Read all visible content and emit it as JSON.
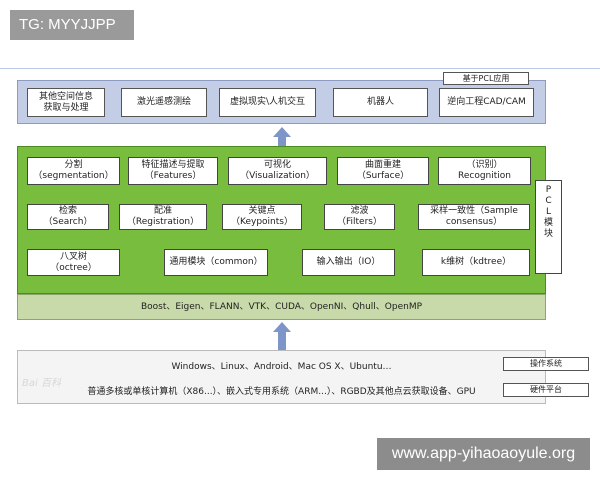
{
  "watermark": "TG: MYYJJPP",
  "application_layer": {
    "tag": "基于PCL应用",
    "items": [
      {
        "line1": "其他空间信息",
        "line2": "获取与处理"
      },
      {
        "line1": "激光遥感测绘",
        "line2": ""
      },
      {
        "line1": "虚拟现实\\人机交互",
        "line2": ""
      },
      {
        "line1": "机器人",
        "line2": ""
      },
      {
        "line1": "逆向工程CAD/CAM",
        "line2": ""
      }
    ]
  },
  "pcl_layer": {
    "side_label_chars": [
      "P",
      "C",
      "L",
      "模",
      "块"
    ],
    "modules": [
      {
        "line1": "分割",
        "line2": "（segmentation）"
      },
      {
        "line1": "特征描述与提取",
        "line2": "（Features）"
      },
      {
        "line1": "可视化",
        "line2": "（Visualization）"
      },
      {
        "line1": "曲面重建",
        "line2": "（Surface）"
      },
      {
        "line1": "（识别）",
        "line2": "Recognition"
      },
      {
        "line1": "检索",
        "line2": "（Search）"
      },
      {
        "line1": "配准",
        "line2": "（Registration）"
      },
      {
        "line1": "关键点",
        "line2": "（Keypoints）"
      },
      {
        "line1": "滤波",
        "line2": "（Filters）"
      },
      {
        "line1": "采样一致性（Sample",
        "line2": "consensus）"
      },
      {
        "line1": "八叉树",
        "line2": "（octree）"
      },
      {
        "line1": "通用模块（common）",
        "line2": ""
      },
      {
        "line1": "输入输出（IO）",
        "line2": ""
      },
      {
        "line1": "k维树（kdtree）",
        "line2": ""
      }
    ],
    "dependencies": "Boost、Eigen、FLANN、VTK、CUDA、OpenNI、Qhull、OpenMP"
  },
  "platform_layer": {
    "os_line": "Windows、Linux、Android、Mac OS X、Ubuntu…",
    "os_tag": "操作系统",
    "hw_line": "普通多核或单核计算机（X86...）、嵌入式专用系统（ARM...）、RGBD及其他点云获取设备、GPU",
    "hw_tag": "硬件平台"
  },
  "logo_text": "Bai 百科",
  "site_watermark": "www.app-yihaoaoyule.org"
}
